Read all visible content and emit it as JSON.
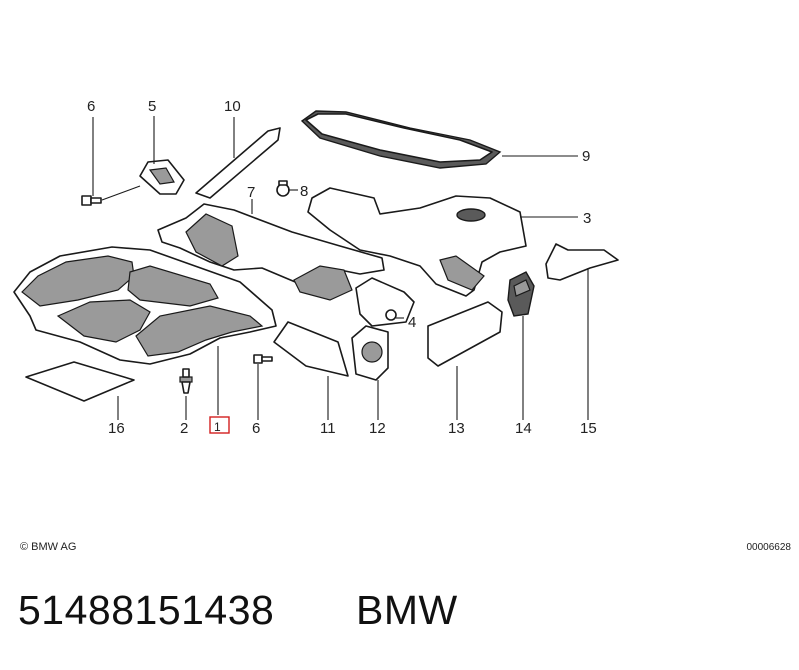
{
  "diagram": {
    "callouts": {
      "c1": "1",
      "c2": "2",
      "c3": "3",
      "c4": "4",
      "c5": "5",
      "c6a": "6",
      "c6b": "6",
      "c7": "7",
      "c8": "8",
      "c9": "9",
      "c10": "10",
      "c11": "11",
      "c12": "12",
      "c13": "13",
      "c14": "14",
      "c15": "15",
      "c16": "16"
    },
    "highlighted_callout": "1",
    "highlight_color": "#d21f1f"
  },
  "footer": {
    "copyright": "© BMW AG",
    "drawing_number": "00006628"
  },
  "caption": {
    "part_number": "51488151438",
    "brand": "BMW"
  }
}
